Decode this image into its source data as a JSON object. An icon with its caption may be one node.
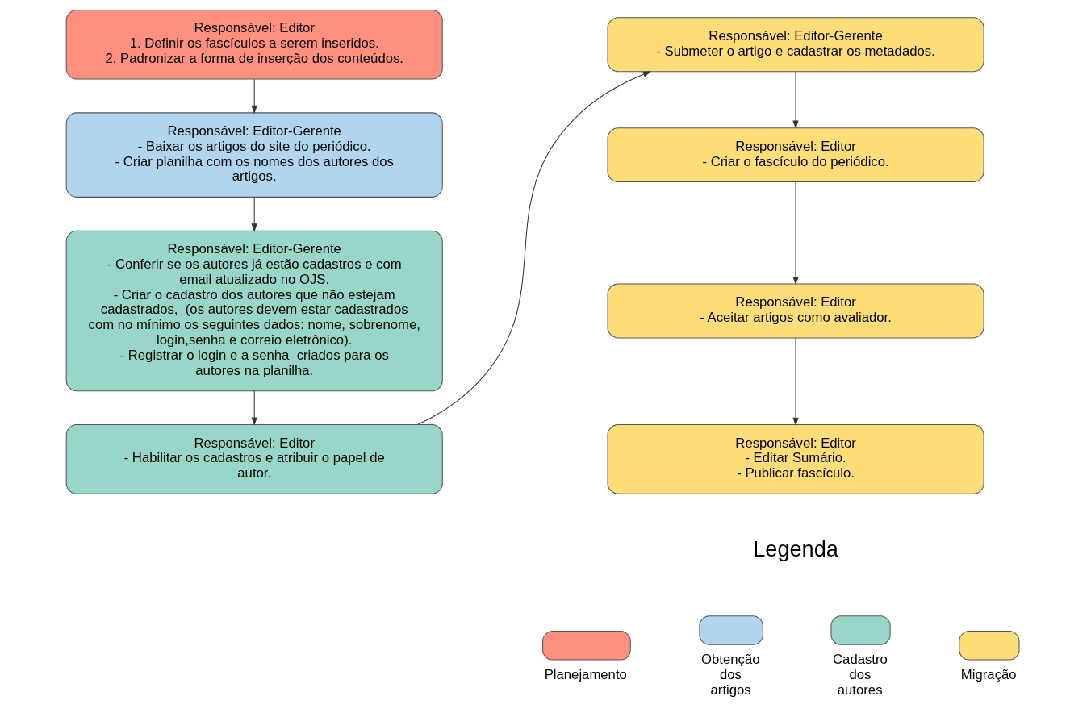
{
  "diagram": {
    "nodes": [
      {
        "text": [
          "Responsável: Editor",
          "1. Definir os fascículos a serem inseridos.",
          "2. Padronizar a forma de inserção dos conteúdos."
        ]
      },
      {
        "text": [
          "Responsável: Editor-Gerente",
          "- Baixar os artigos do site do periódico.",
          "- Criar planilha com os nomes dos autores dos artigos."
        ]
      },
      {
        "text": [
          "Responsável: Editor-Gerente",
          "- Conferir se os autores já estão cadastros e com email atualizado no OJS.",
          "- Criar o cadastro dos autores que não estejam cadastrados,  (os autores devem estar cadastrados com no mínimo os seguintes dados: nome, sobrenome, login,senha e correio eletrônico).",
          "- Registrar o login e a senha  criados para os autores na planilha."
        ]
      },
      {
        "text": [
          "Responsável: Editor",
          "- Habilitar os cadastros e atribuir o papel de autor."
        ]
      },
      {
        "text": [
          "Responsável: Editor-Gerente",
          "- Submeter o artigo e cadastrar os metadados."
        ]
      },
      {
        "text": [
          "Responsável: Editor",
          "- Criar o fascículo do periódico."
        ]
      },
      {
        "text": [
          "Responsável: Editor",
          "- Aceitar artigos como avaliador."
        ]
      },
      {
        "text": [
          "Responsável: Editor",
          "- Editar Sumário.",
          "- Publicar fascículo."
        ]
      }
    ],
    "edges": [
      {
        "from": 0,
        "to": 1,
        "arrow": "to"
      },
      {
        "from": 1,
        "to": 2,
        "arrow": "to"
      },
      {
        "from": 2,
        "to": 3,
        "arrow": "to"
      },
      {
        "from": 3,
        "to": 4,
        "arrow": "to"
      },
      {
        "from": 4,
        "to": 5,
        "arrow": "to"
      },
      {
        "from": 5,
        "to": 6,
        "arrow": "to"
      },
      {
        "from": 6,
        "to": 7,
        "arrow": "to"
      }
    ],
    "labels": [
      "Legenda"
    ],
    "legend": [
      {
        "text": "Planejamento",
        "color": "#ff8f7e"
      },
      {
        "text": "Obtenção dos artigos",
        "color": "#b1d5ef"
      },
      {
        "text": "Cadastro dos autores",
        "color": "#99d6ca"
      },
      {
        "text": "Migração",
        "color": "#ffdd78"
      }
    ]
  }
}
